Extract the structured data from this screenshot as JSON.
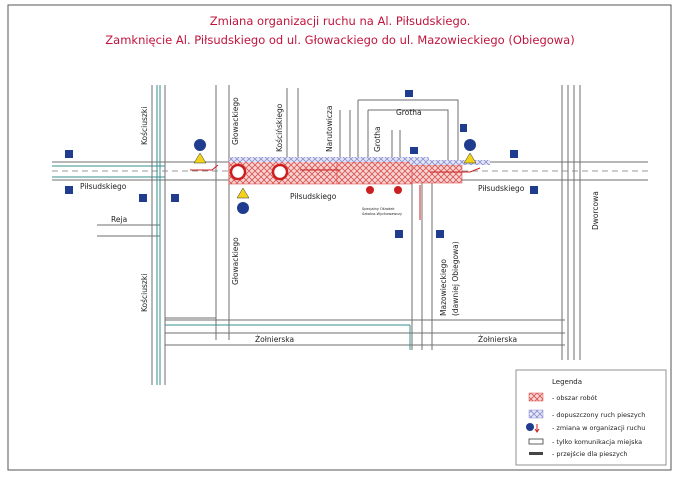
{
  "title": {
    "line1": "Zmiana organizacji ruchu na Al. Piłsudskiego.",
    "line2": "Zamknięcie Al. Piłsudskiego od ul. Głowackiego do ul. Mazowieckiego (Obiegowa)"
  },
  "streets": {
    "pilsudskiego_left": "Piłsudskiego",
    "pilsudskiego_mid": "Piłsudskiego",
    "pilsudskiego_right": "Piłsudskiego",
    "reja": "Reja",
    "kosciuszki_top": "Kościuszki",
    "kosciuszki_bottom": "Kościuszki",
    "glowackiego_top": "Głowackiego",
    "glowackiego_bottom": "Głowackiego",
    "kosciuszkiego_top": "Kościńskiego",
    "narutowicza": "Narutowicza",
    "grotha_vertical": "Grotha",
    "grotha_top": "Grotha",
    "mazowieckiego": "Mazowieckiego",
    "mazowieckiego_sub": "(dawniej Obiegowa)",
    "dworcowa": "Dworcowa",
    "zolnierska_left": "Żołnierska",
    "zolnierska_right": "Żołnierska",
    "school_note_1": "Specjalny Ośrodek",
    "school_note_2": "Szkolno-Wychowawczy"
  },
  "legend": {
    "title": "Legenda",
    "items": [
      {
        "label": "- obszar robót",
        "icon": "work-area-hatch"
      },
      {
        "label": "- dopuszczony ruch pieszych",
        "icon": "pedestrian-area-hatch"
      },
      {
        "label": "- zmiana w organizacji ruchu",
        "icon": "traffic-change-icon"
      },
      {
        "label": "- tylko komunikacja miejska",
        "icon": "public-transport-icon"
      },
      {
        "label": "- przejście dla pieszych",
        "icon": "pedestrian-crossing-icon"
      }
    ]
  },
  "colors": {
    "road": "#6f6f6f",
    "tram": "#3a8f8f",
    "work_area": "#d9534f",
    "pedestrian_area": "#8a8fd1",
    "title_text": "#c0143c",
    "sign_blue": "#1f3c8f",
    "sign_yellow": "#f2d21b",
    "sign_red": "#cc1f1f"
  }
}
